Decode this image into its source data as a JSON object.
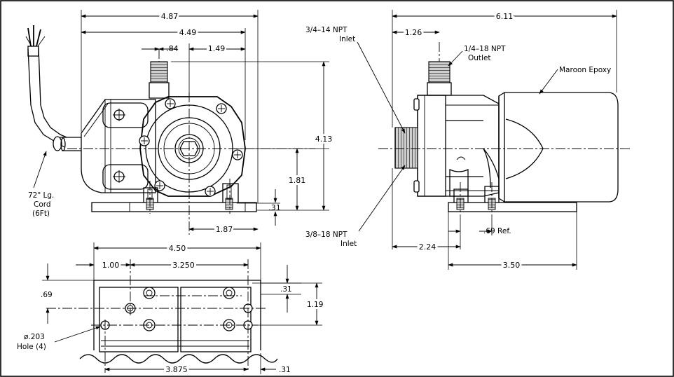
{
  "dimensions": {
    "overall_length": "4.87",
    "body_length": "4.49",
    "outlet_offset": ".84",
    "outlet_to_center": "1.49",
    "overall_height": "4.13",
    "center_height": "1.81",
    "base_thickness": ".31",
    "center_to_mount": "1.87",
    "side_overall_length": "6.11",
    "side_outlet_offset": "1.26",
    "inlet_to_mount": "2.24",
    "mount_spacing_ref": ".69 Ref.",
    "side_base_length": "3.50",
    "base_width": "4.50",
    "hole_offset": "1.00",
    "hole_spacing_long": "3.250",
    "slot_margin": ".31",
    "hole_row_offset": ".69",
    "hole_row_spacing": "1.19",
    "hole_spacing_bottom": "3.875",
    "edge_margin_bottom": ".31"
  },
  "callouts": {
    "inlet_top_line1": "3/4–14 NPT",
    "inlet_top_line2": "Inlet",
    "outlet_line1": "1/4–18 NPT",
    "outlet_line2": "Outlet",
    "epoxy": "Maroon Epoxy",
    "cord_line1": "72\" Lg.",
    "cord_line2": "Cord",
    "cord_line3": "(6Ft)",
    "inlet_bottom_line1": "3/8–18 NPT",
    "inlet_bottom_line2": "Inlet",
    "hole_line1": "ø.203",
    "hole_line2": "Hole (4)"
  }
}
